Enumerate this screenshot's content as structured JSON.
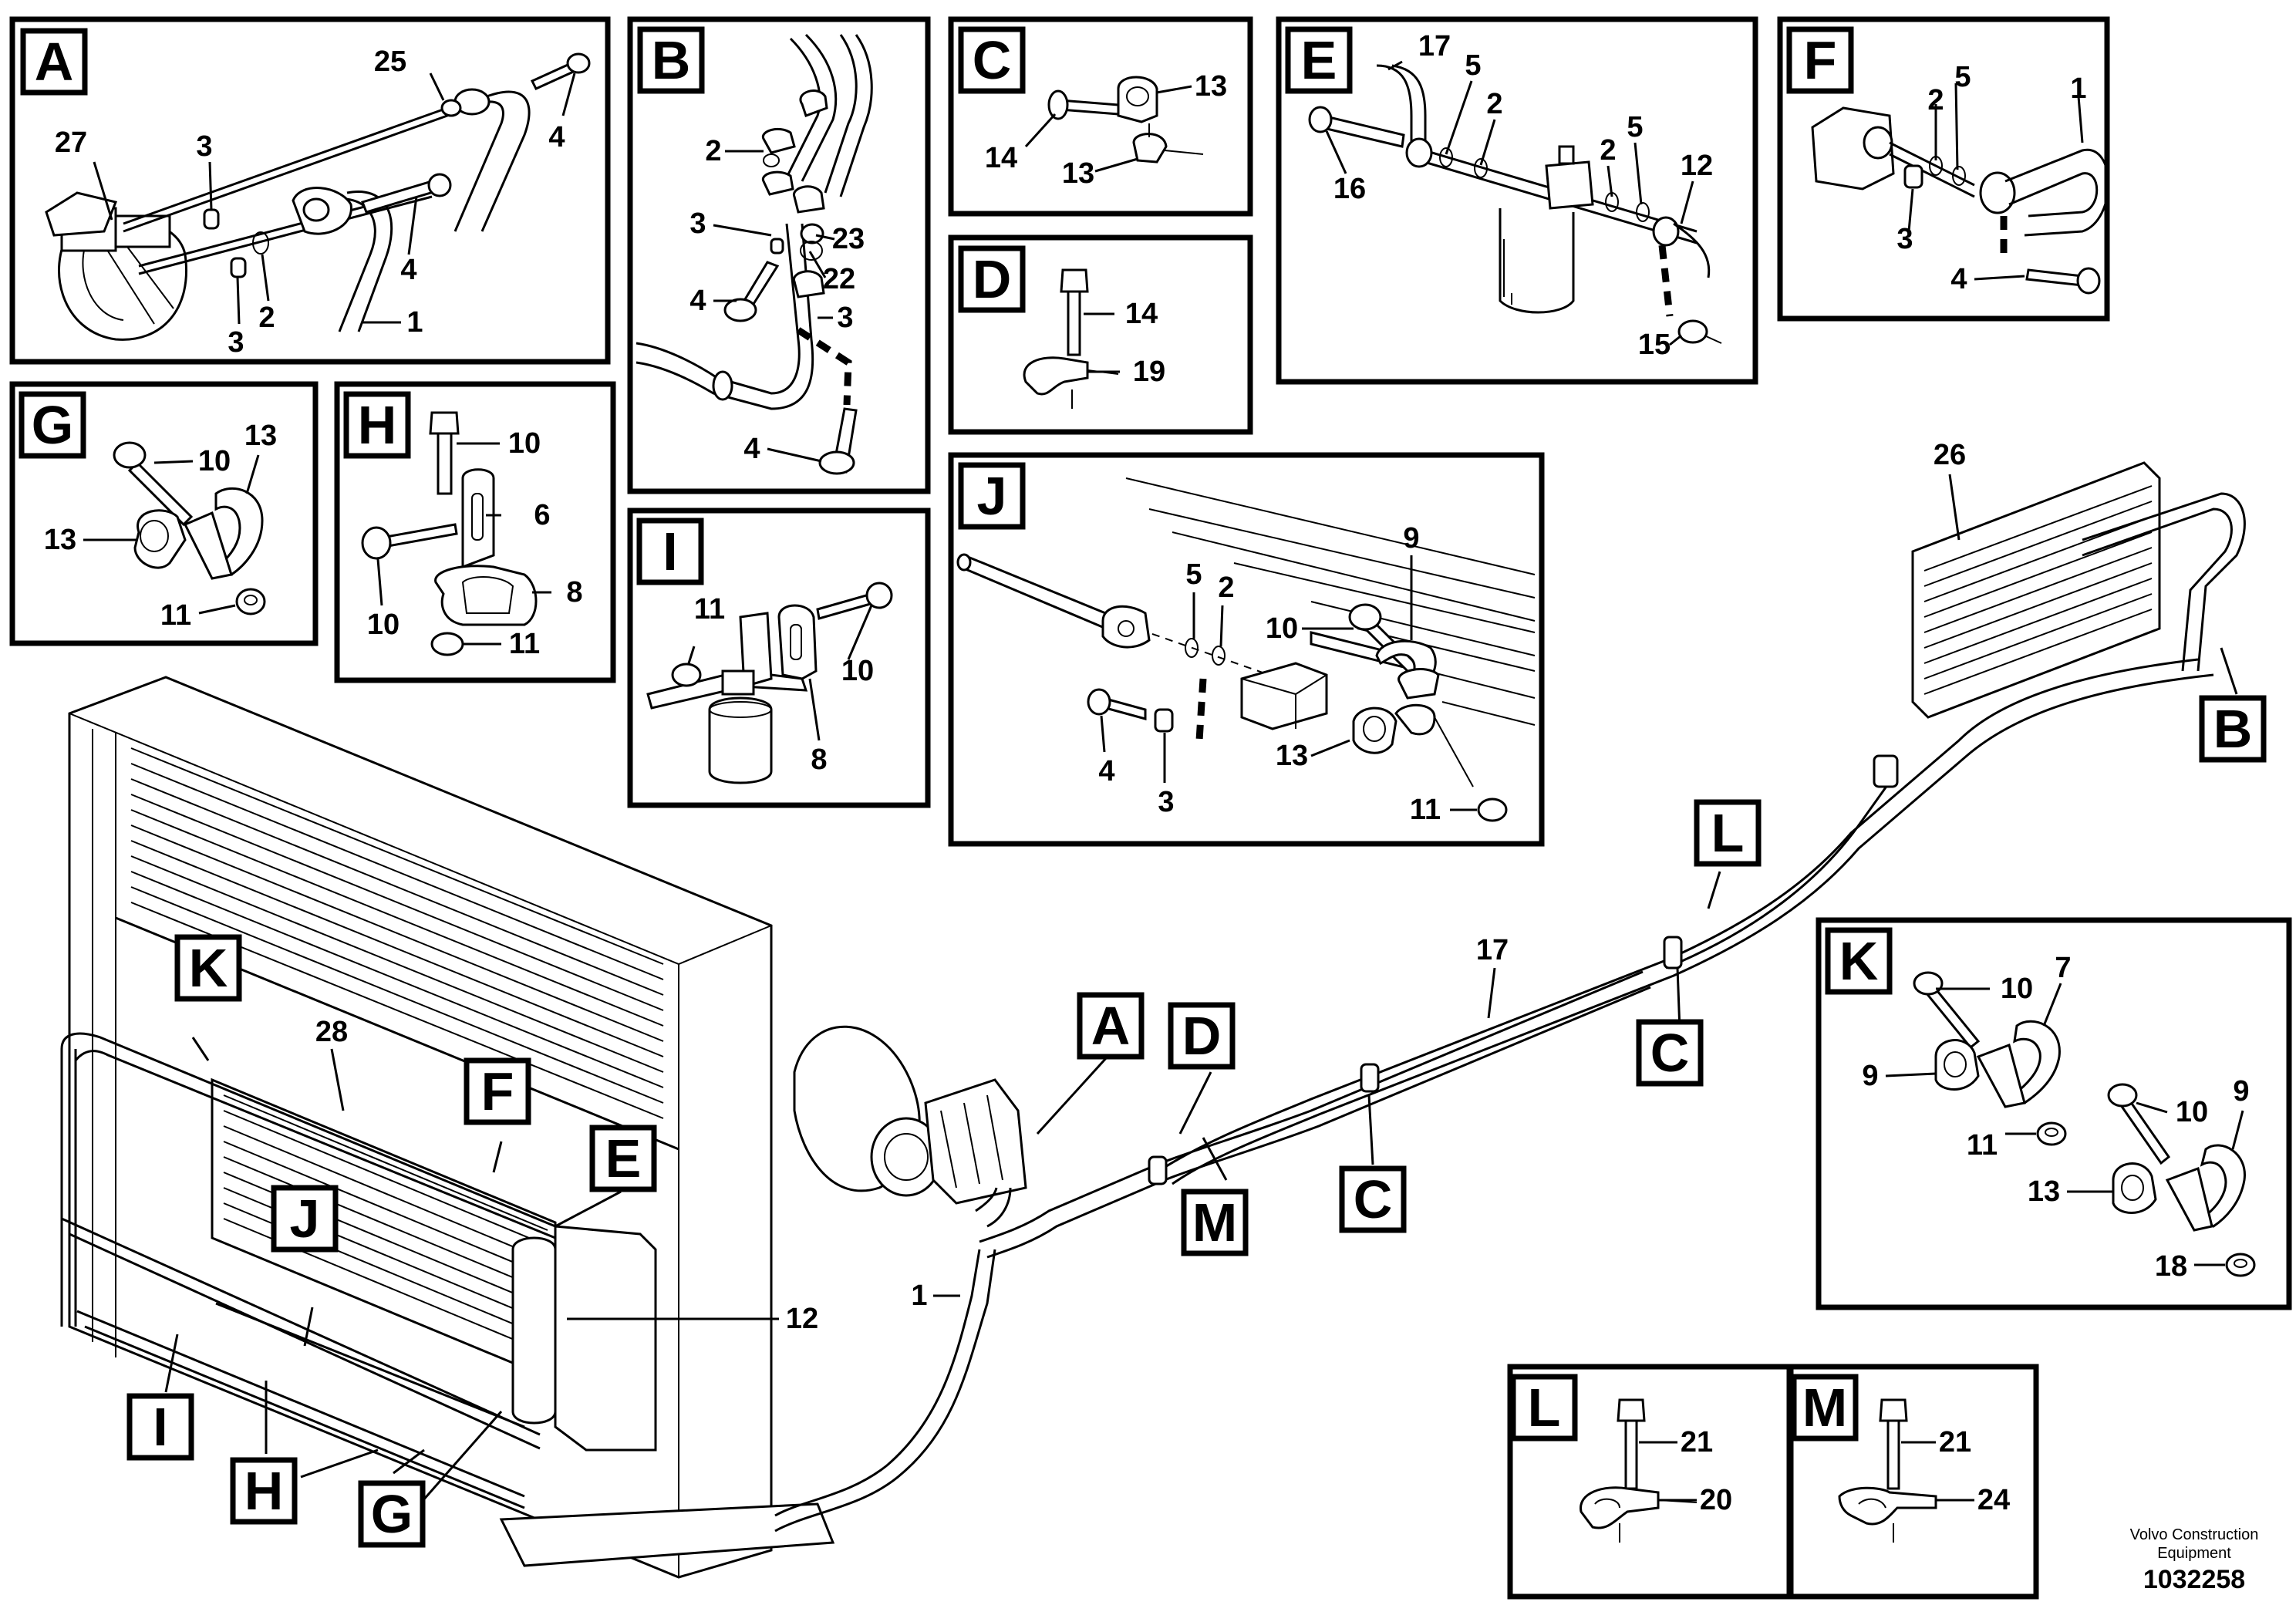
{
  "title": "",
  "brand": {
    "line1": "Volvo Construction",
    "line2": "Equipment",
    "image_number": "1032258"
  },
  "panel_letters": [
    "A",
    "B",
    "C",
    "D",
    "E",
    "F",
    "G",
    "H",
    "I",
    "J",
    "K",
    "L",
    "M"
  ],
  "main_callouts": [
    "A",
    "B",
    "C",
    "C",
    "D",
    "E",
    "F",
    "G",
    "H",
    "I",
    "J",
    "K",
    "L",
    "M"
  ],
  "callout_numbers": {
    "A": [
      "25",
      "27",
      "3",
      "4",
      "4",
      "3",
      "2",
      "1"
    ],
    "B": [
      "2",
      "3",
      "23",
      "22",
      "4",
      "3",
      "4"
    ],
    "C": [
      "13",
      "14",
      "13"
    ],
    "D": [
      "14",
      "19"
    ],
    "E": [
      "17",
      "5",
      "2",
      "16",
      "2",
      "5",
      "12",
      "15"
    ],
    "F": [
      "5",
      "2",
      "1",
      "3",
      "4"
    ],
    "G": [
      "10",
      "13",
      "13",
      "11"
    ],
    "H": [
      "10",
      "6",
      "10",
      "8",
      "11"
    ],
    "I": [
      "11",
      "10",
      "8"
    ],
    "J": [
      "9",
      "5",
      "2",
      "10",
      "4",
      "3",
      "13",
      "11"
    ],
    "K": [
      "10",
      "7",
      "9",
      "9",
      "10",
      "11",
      "13",
      "18"
    ],
    "L": [
      "21",
      "20"
    ],
    "M": [
      "21",
      "24"
    ],
    "main": [
      "26",
      "28",
      "17",
      "1",
      "12"
    ]
  }
}
